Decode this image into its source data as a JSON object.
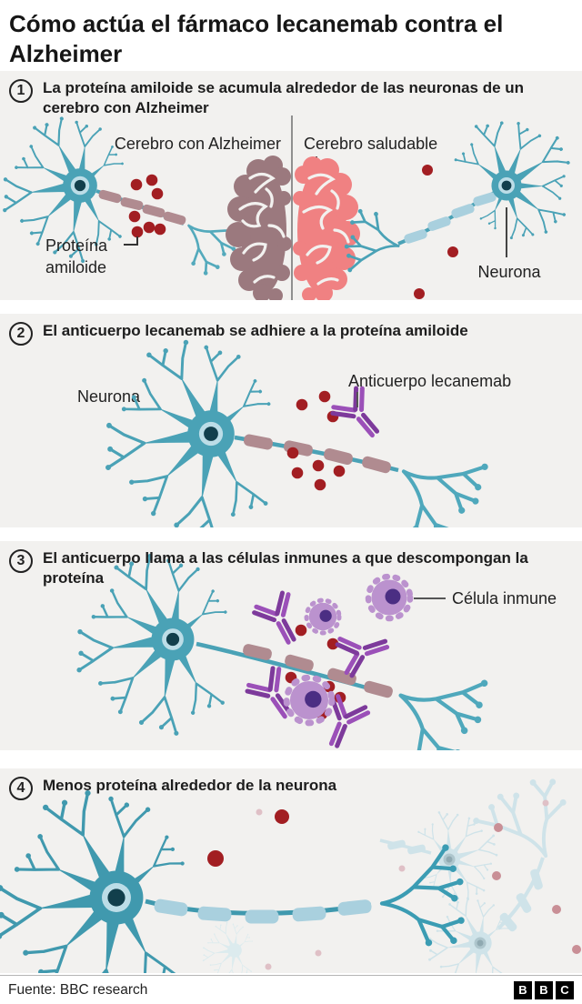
{
  "title": "Cómo actúa el fármaco lecanemab contra el Alzheimer",
  "steps": [
    {
      "number": "1",
      "heading": "La proteína amiloide se acumula alrededor de las neuronas de un cerebro con Alzheimer",
      "labels": {
        "brain_left": "Cerebro con Alzheimer",
        "brain_right": "Cerebro saludable",
        "amyloid_line1": "Proteína",
        "amyloid_line2": "amiloide",
        "neuron": "Neurona"
      }
    },
    {
      "number": "2",
      "heading": "El anticuerpo lecanemab se adhiere a la proteína amiloide",
      "labels": {
        "neuron": "Neurona",
        "antibody": "Anticuerpo lecanemab"
      }
    },
    {
      "number": "3",
      "heading": "El anticuerpo llama a las células inmunes a que descompongan la proteína",
      "labels": {
        "immune_cell": "Célula inmune"
      }
    },
    {
      "number": "4",
      "heading": "Menos proteína alrededor de la neurona",
      "labels": {}
    }
  ],
  "footer": {
    "source": "Fuente: BBC research",
    "logo": [
      "B",
      "B",
      "C"
    ]
  },
  "colors": {
    "section_background": "#f2f1ef",
    "neuron_teal": "#4aa2b6",
    "nucleus_ring": "#bcdde7",
    "nucleus_inner": "#123f4c",
    "axon_alzheimer": "#b08b90",
    "axon_healthy": "#a9d0de",
    "amyloid_red": "#a21e22",
    "antibody_purple_light": "#9b50b8",
    "antibody_purple_dark": "#7d3a9b",
    "immune_cell_body": "#bb92ce",
    "immune_cell_nucleus": "#4b2e83",
    "brain_alzheimer": "#9b797e",
    "brain_healthy": "#f08182",
    "faded_neuron": "#cfe3e9",
    "faded_dot": "#c98f96",
    "bbc_logo_background": "#000000"
  }
}
